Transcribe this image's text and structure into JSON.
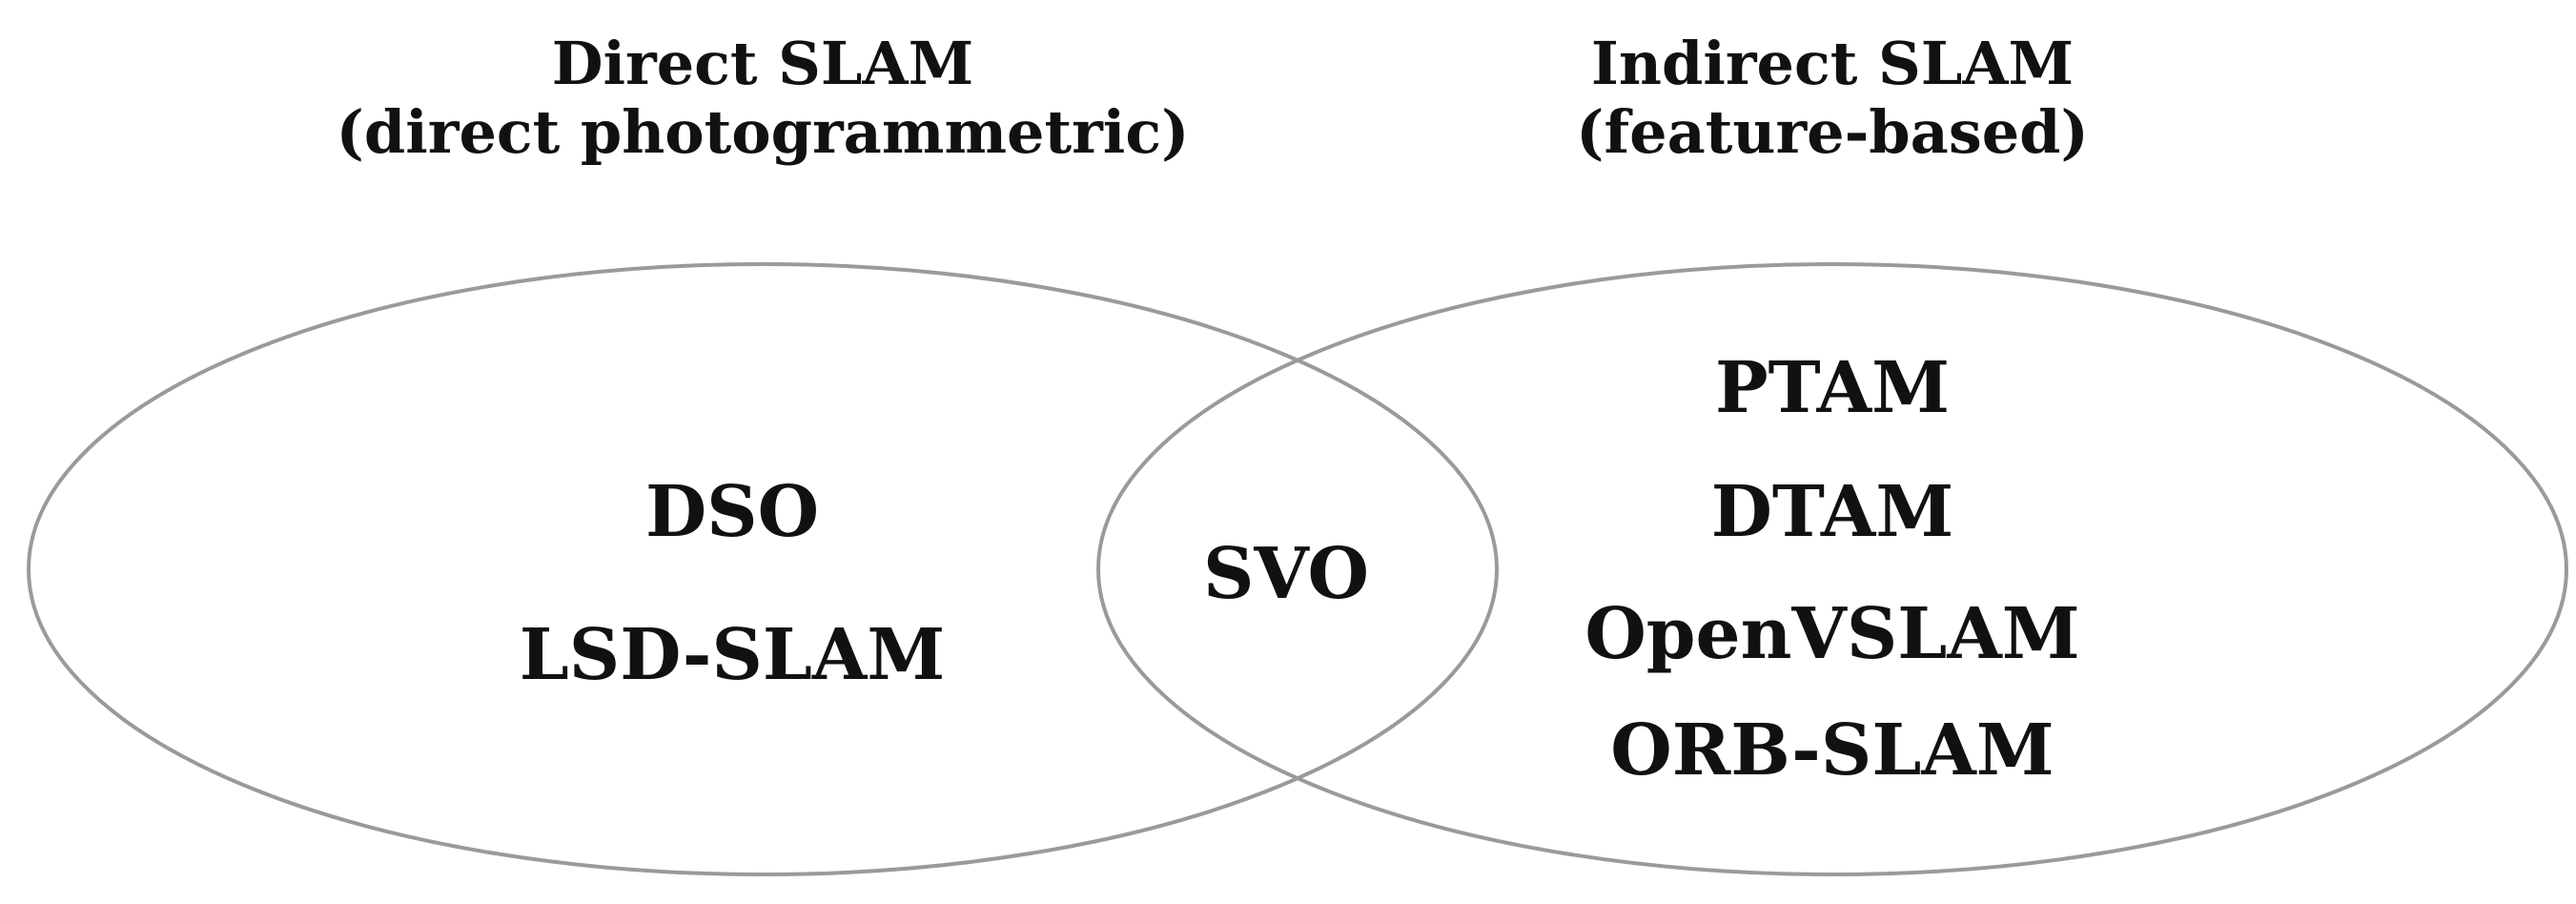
{
  "left_set": {
    "title": "Direct SLAM",
    "subtitle": "(direct photogrammetric)",
    "items": [
      "DSO",
      "LSD-SLAM"
    ]
  },
  "right_set": {
    "title": "Indirect SLAM",
    "subtitle": "(feature-based)",
    "items": [
      "PTAM",
      "DTAM",
      "OpenVSLAM",
      "ORB-SLAM"
    ]
  },
  "intersection": {
    "items": [
      "SVO"
    ]
  }
}
